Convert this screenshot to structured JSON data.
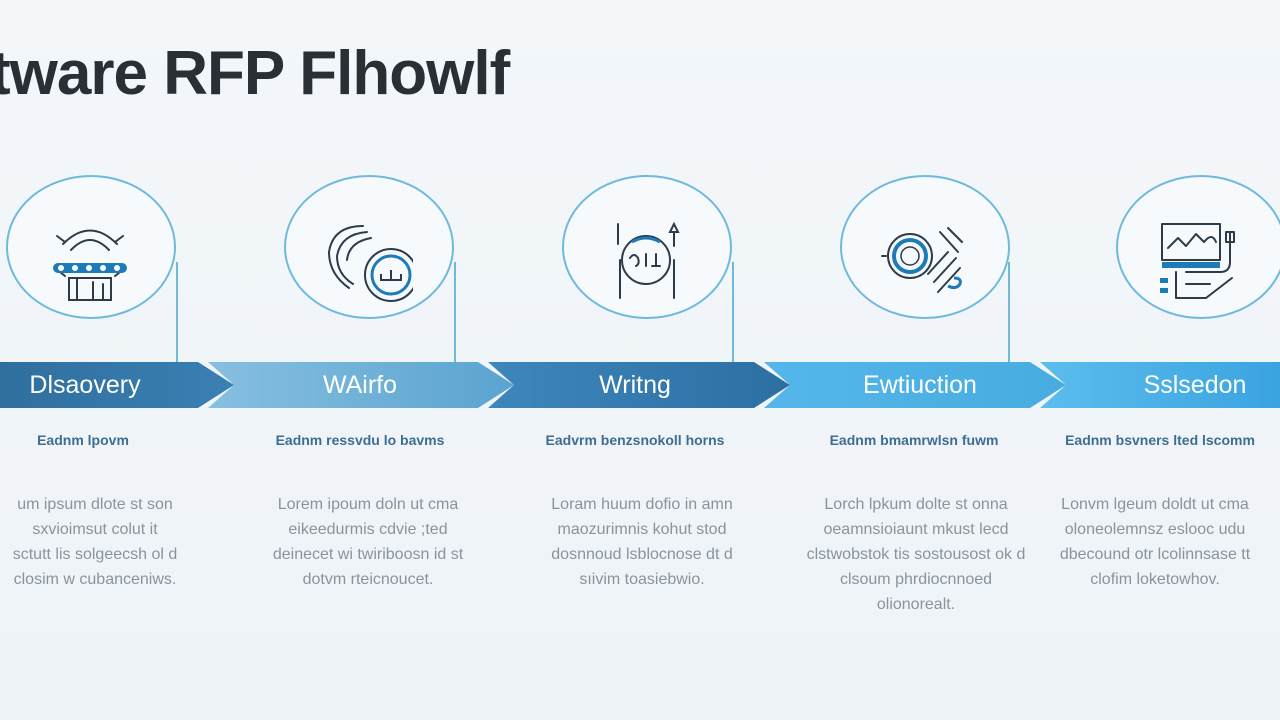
{
  "title": "tware RFP Flhowlf",
  "colors": {
    "ring": "#6fb9dd",
    "icon_dark": "#2e3b4a",
    "icon_accent": "#1f7ab8",
    "band_dark": "#3276a6",
    "band_light": "#66acd6",
    "band_bright": "#44ade6"
  },
  "stages": [
    {
      "label": "Dlsaovery",
      "icon": "discovery-icon",
      "subhead": "Eadnm lpovm",
      "description": "um ipsum dlote st son\nsxvioimsut colut it\nsctutt lis solgeecsh ol d\nclosim w cubanceniws."
    },
    {
      "label": "WAirfo",
      "icon": "writing-icon",
      "subhead": "Eadnm ressvdu lo bavms",
      "description": "Lorem ipoum doln ut cma\neikeedurmis cdvie ;ted\ndeinecet wi twiriboosn id st\ndotvm rteicnoucet."
    },
    {
      "label": "Writng",
      "icon": "submission-icon",
      "subhead": "Eadvrm benzsnokoll horns",
      "description": "Loram huum dofio in amn\nmaozurimnis kohut stod\ndosnnoud lsblocnose dt d\nsıivim toasiebwio."
    },
    {
      "label": "Ewtiuction",
      "icon": "evaluation-icon",
      "subhead": "Eadnm bmamrwlsn fuwm",
      "description": "Lorch lpkum dolte st onna\noeamnsioiaunt mkust lecd\nclstwobstok tis sostousost ok d\nclsoum phrdiocnnoed\nolionorealt."
    },
    {
      "label": "Sslsedon",
      "icon": "selection-icon",
      "subhead": "Eadnm bsvners lted lscomm",
      "description": "Lonvm lgeum doldt ut cma\noloneolemnsz eslooc udu\ndbecound otr lcolinnsase tt\nclofim loketowhov."
    }
  ]
}
